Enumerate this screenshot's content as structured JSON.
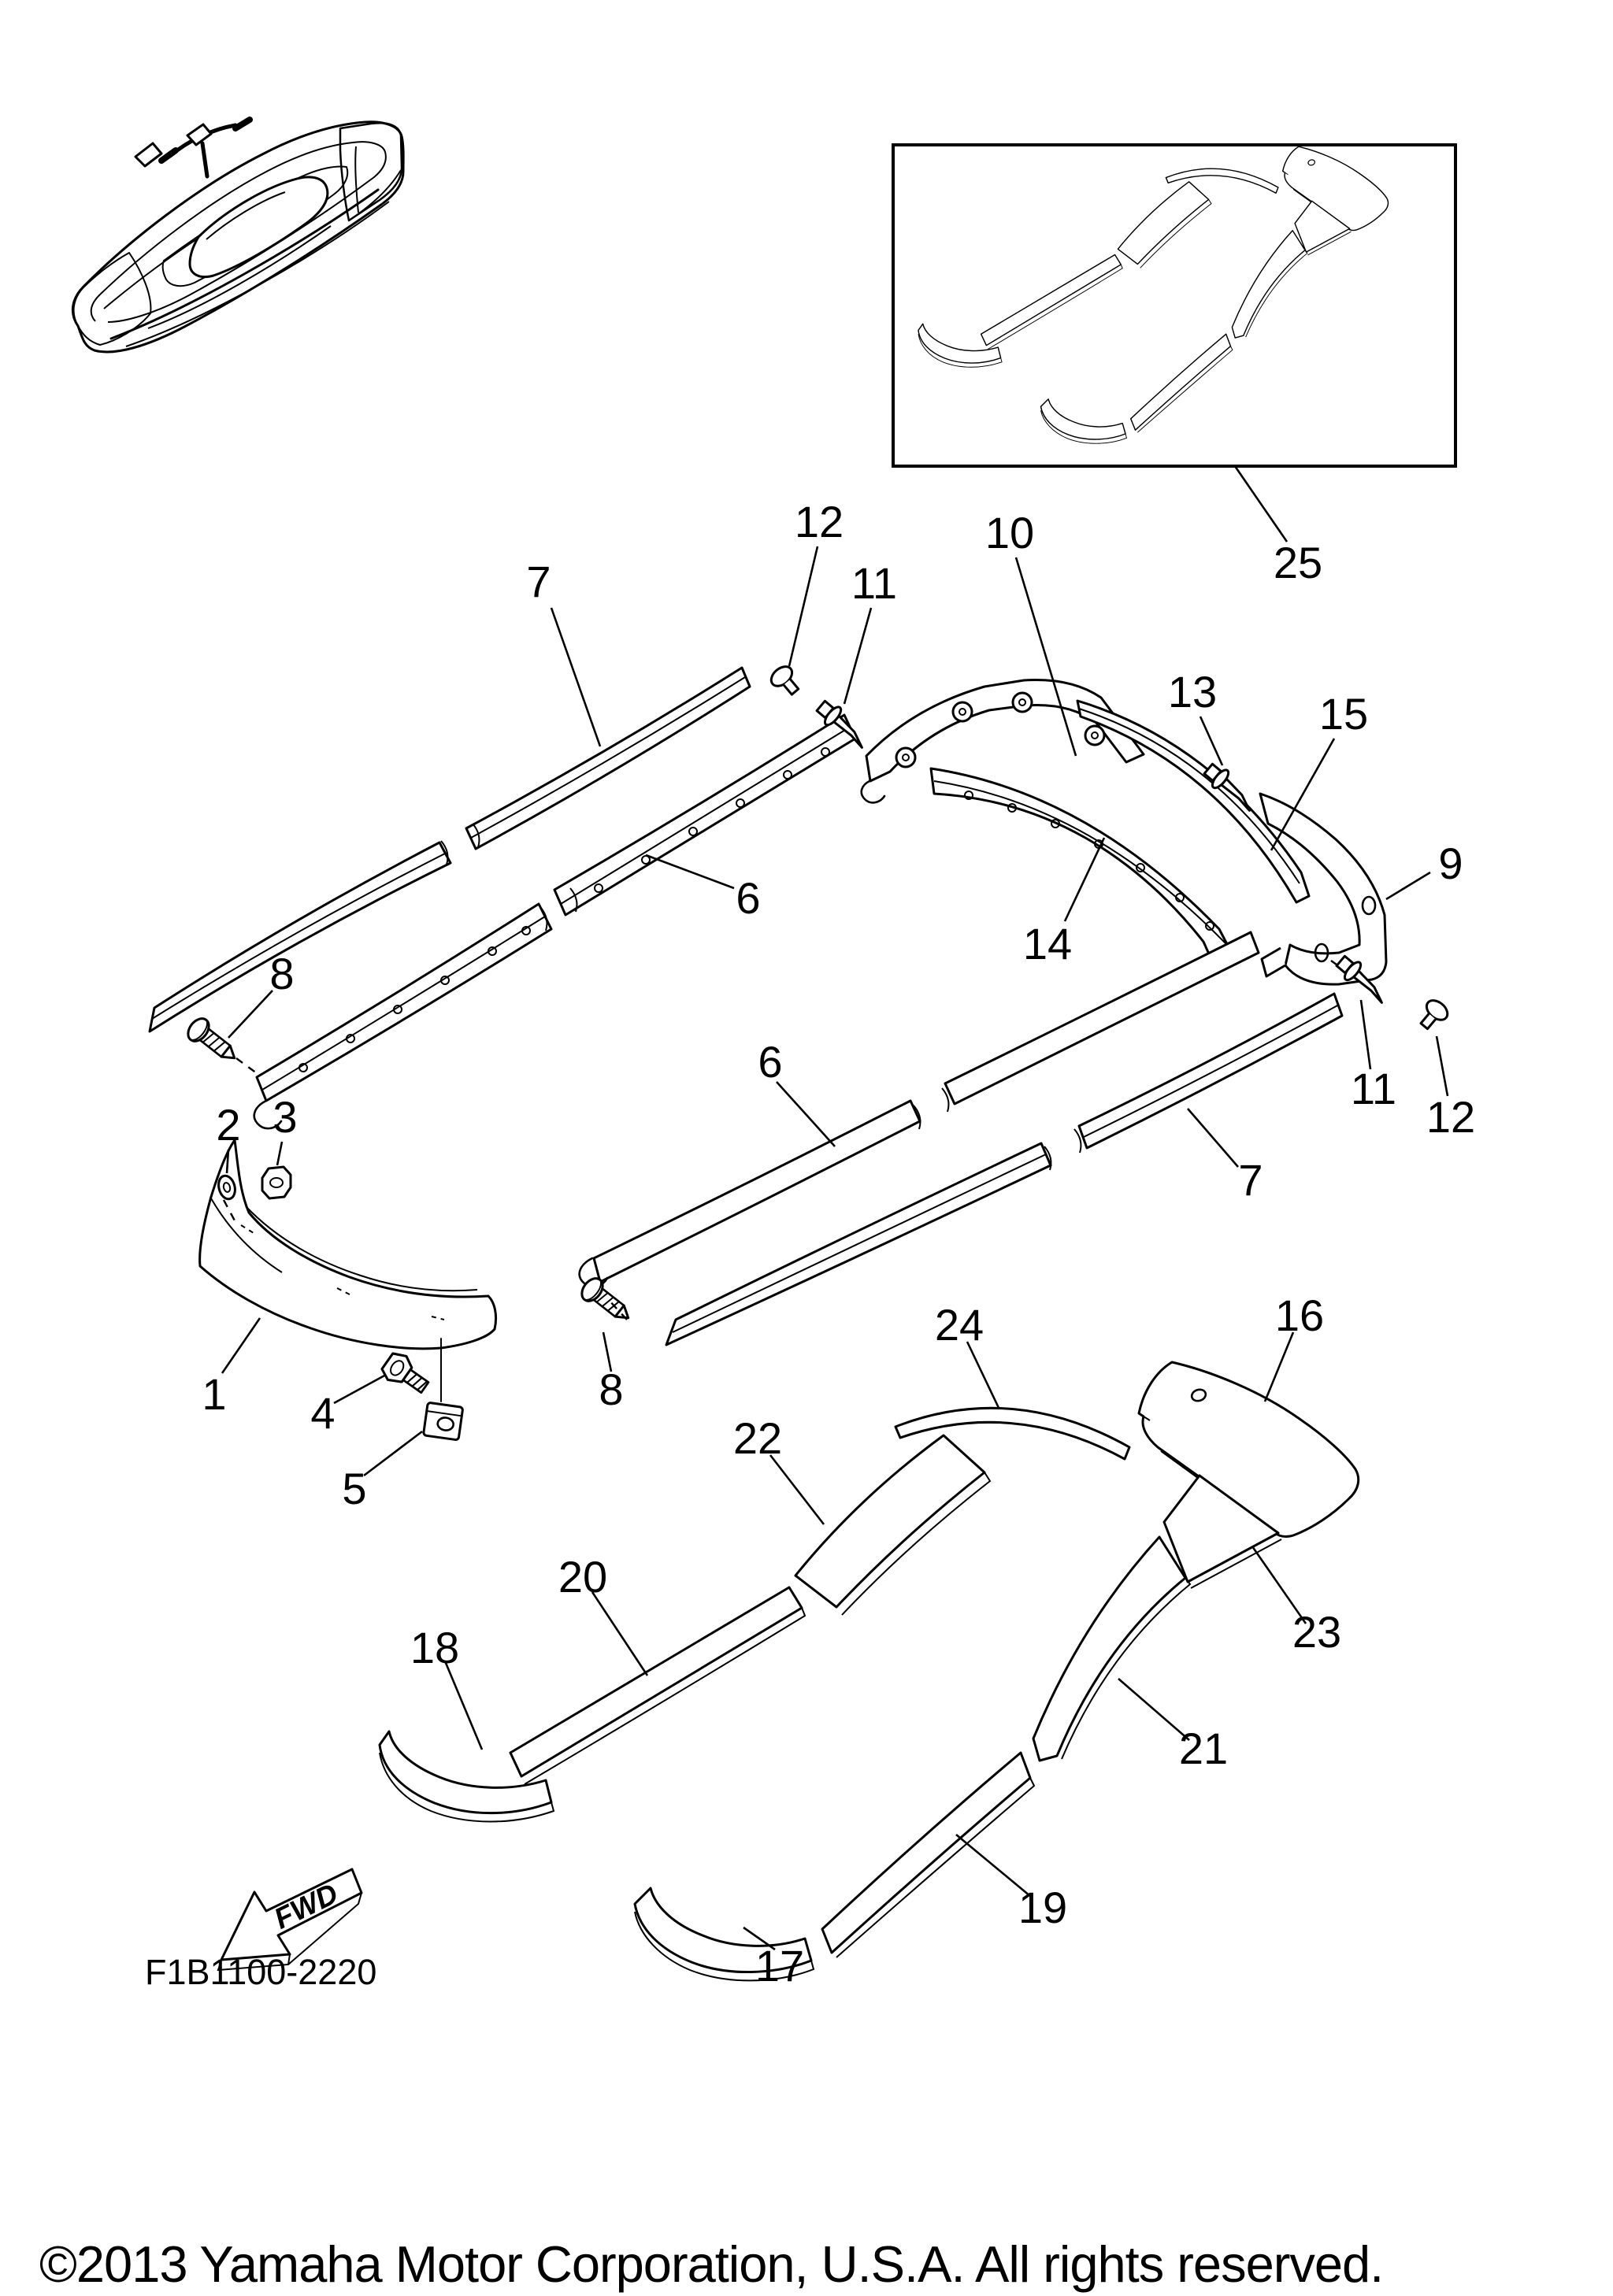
{
  "page": {
    "background": "#ffffff",
    "ink": "#000000"
  },
  "footer": {
    "copyright": "©2013 Yamaha Motor Corporation, U.S.A. All rights reserved."
  },
  "plate": {
    "code": "F1B1100-2220"
  },
  "fwd": {
    "label": "FWD"
  },
  "callouts": {
    "c1": "1",
    "c2": "2",
    "c3": "3",
    "c4": "4",
    "c5": "5",
    "c6a": "6",
    "c6b": "6",
    "c7a": "7",
    "c7b": "7",
    "c8a": "8",
    "c8b": "8",
    "c9": "9",
    "c10": "10",
    "c11a": "11",
    "c11b": "11",
    "c12a": "12",
    "c12b": "12",
    "c13": "13",
    "c14": "14",
    "c15": "15",
    "c16": "16",
    "c17": "17",
    "c18": "18",
    "c19": "19",
    "c20": "20",
    "c21": "21",
    "c22": "22",
    "c23": "23",
    "c24": "24",
    "c25": "25"
  }
}
